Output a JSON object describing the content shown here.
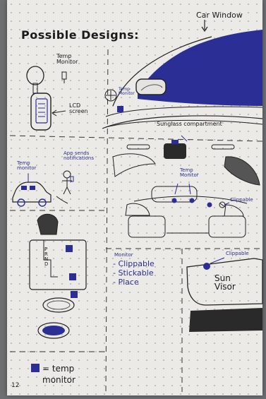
{
  "page": {
    "title": "Possible Designs:",
    "page_number": "12"
  },
  "labels": {
    "car_window": "Car Window",
    "temp_monitor_top": "Temp Monitor",
    "lcd_screen": "LCD screen",
    "temp_monitor_small": "Temp Monitor",
    "sunglass_compartment": "Sunglass compartment",
    "temp_monitor_car": "Temp monitor",
    "app_sends_notifications": "App sends notifications",
    "temp_monitor_dash": "Temp Monitor",
    "clippable_dash": "Clippable",
    "gear_shift": "P R N D",
    "monitor_heading": "Monitor",
    "monitor_features": [
      "- Clippable",
      "- Stickable",
      "- Place"
    ],
    "clippable_visor": "Clippable",
    "sun_visor": "Sun Visor",
    "legend_text": "= temp monitor"
  },
  "colors": {
    "paper": "#eceae6",
    "ink": "#1a1a1a",
    "blue_ink": "#2a2f8f"
  }
}
